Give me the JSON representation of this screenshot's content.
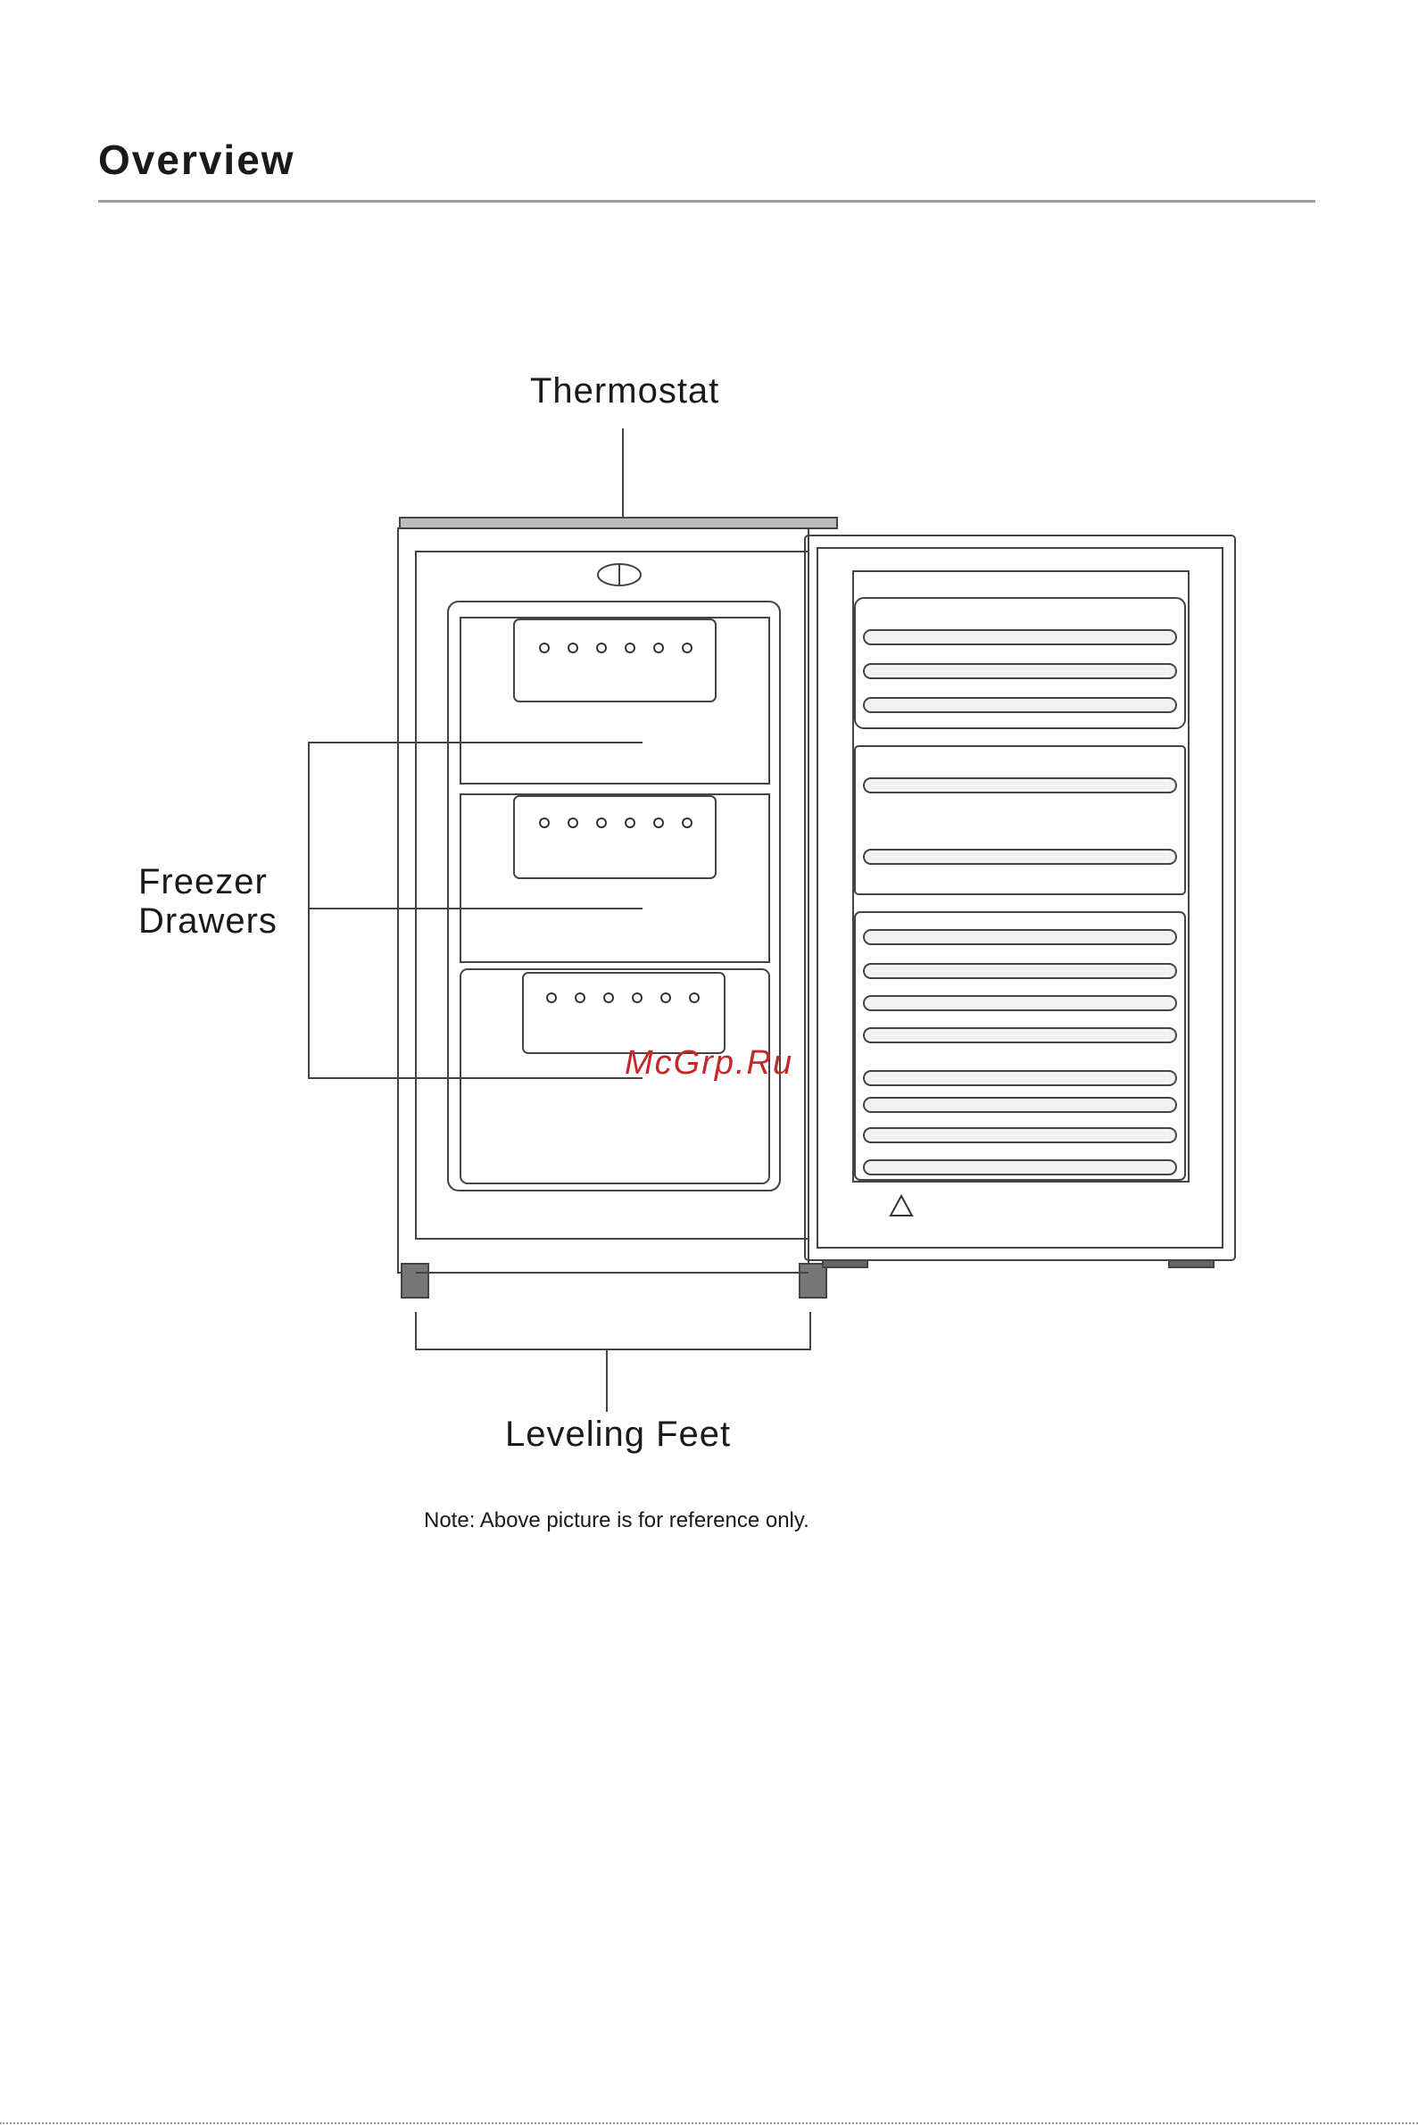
{
  "page": {
    "heading": "Overview"
  },
  "labels": {
    "thermostat": "Thermostat",
    "freezer_line1": "Freezer",
    "freezer_line2": "Drawers",
    "leveling_feet": "Leveling Feet"
  },
  "note": "Note: Above picture is for reference only.",
  "watermark": "McGrp.Ru"
}
